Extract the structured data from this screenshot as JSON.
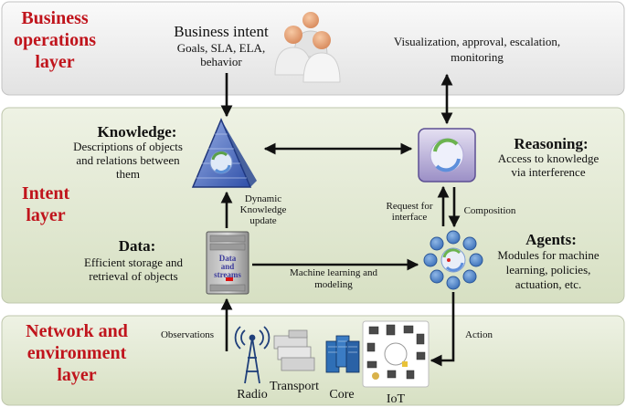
{
  "layers": {
    "business": "Business|operations|layer",
    "intent": "Intent|layer",
    "network": "Network and|environment|layer"
  },
  "business_intent": {
    "title": "Business intent",
    "detail": "Goals, SLA, ELA,|behavior"
  },
  "visualization": "Visualization, approval, escalation,|monitoring",
  "knowledge": {
    "title": "Knowledge:",
    "desc": "Descriptions of objects|and relations between|them"
  },
  "reasoning": {
    "title": "Reasoning:",
    "desc": "Access to knowledge|via interference"
  },
  "data": {
    "title": "Data:",
    "desc": "Efficient storage and|retrieval of objects",
    "server_label": "Data|and|streams"
  },
  "agents": {
    "title": "Agents:",
    "desc": "Modules for machine|learning, policies,|actuation, etc."
  },
  "edges": {
    "dynamic_knowledge": "Dynamic|Knowledge|update",
    "request_interface": "Request for|interface",
    "composition": "Composition",
    "ml_modeling": "Machine learning and|modeling",
    "observations": "Observations",
    "action": "Action"
  },
  "network": {
    "radio": "Radio",
    "transport": "Transport",
    "core": "Core",
    "iot": "IoT"
  },
  "colors": {
    "layer_title": "#c0141c",
    "text": "#111111",
    "panel_gray": "#efefef",
    "panel_green": "#e3e9d6",
    "agent_blue": "#4f86c8"
  }
}
